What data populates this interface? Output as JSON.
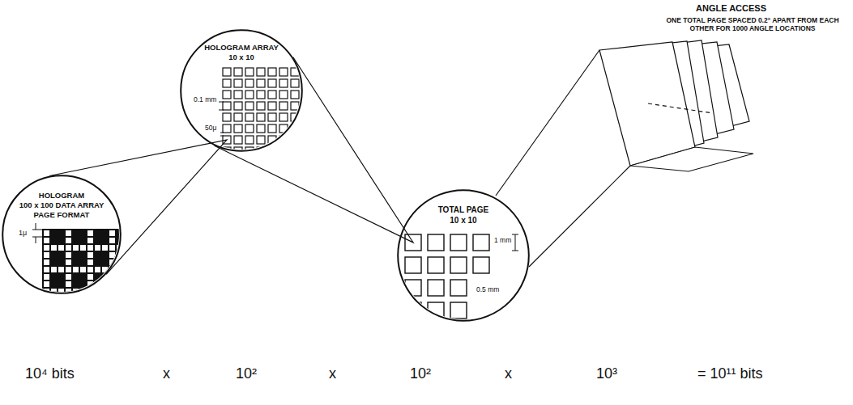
{
  "diagram": {
    "nodes": [
      {
        "text": [
          "HOLOGRAM",
          "100 x 100 DATA ARRAY PAGE FORMAT"
        ]
      },
      {
        "text": [
          "HOLOGRAM ARRAY",
          "10 x 10"
        ]
      },
      {
        "text": [
          "TOTAL PAGE",
          "10 x 10"
        ]
      }
    ],
    "edges": [
      {
        "from": 0,
        "to": 1,
        "arrow": "none"
      },
      {
        "from": 1,
        "to": 2,
        "arrow": "none"
      }
    ],
    "labels": [
      "1μ",
      "0.1 mm",
      "50μ",
      "1 mm",
      "0.5 mm",
      "ANGLE ACCESS",
      "ONE TOTAL PAGE SPACED 0.2° APART FROM EACH OTHER FOR 1000 ANGLE LOCATIONS",
      "10⁴ bits",
      "x",
      "10²",
      "x",
      "10²",
      "x",
      "10³",
      "= 10¹¹ bits"
    ]
  }
}
